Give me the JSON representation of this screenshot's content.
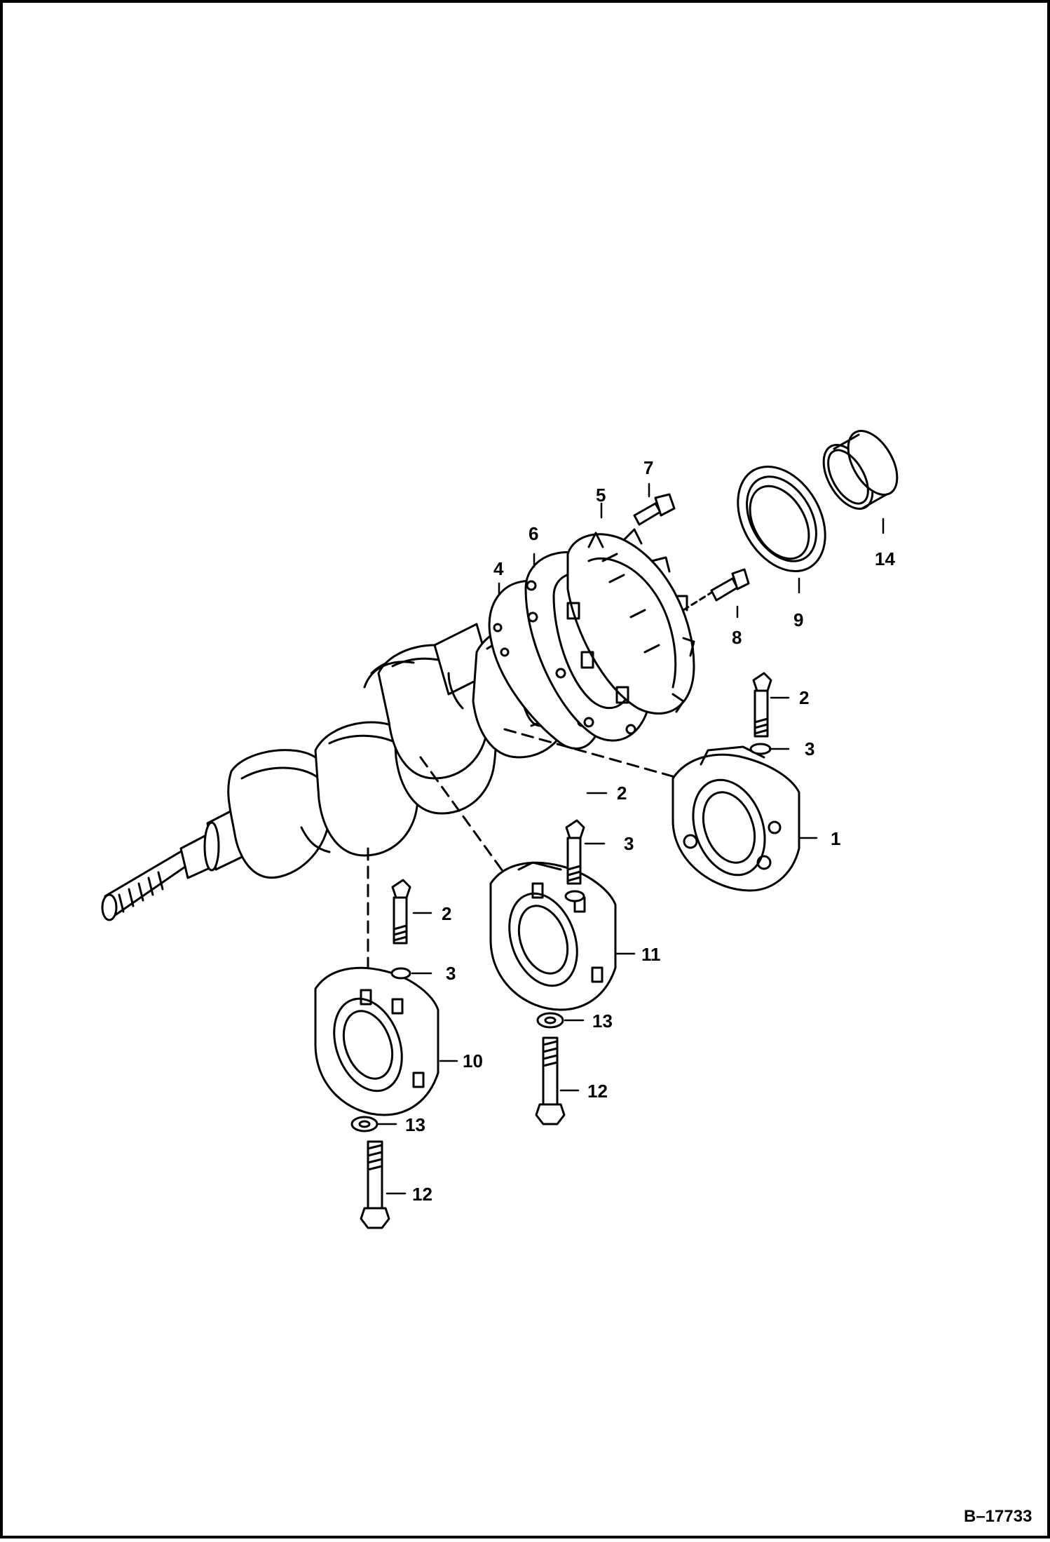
{
  "figure_id": "B–17733",
  "callouts": [
    {
      "key": "c1",
      "label": "1"
    },
    {
      "key": "c2a",
      "label": "2"
    },
    {
      "key": "c2b",
      "label": "2"
    },
    {
      "key": "c2c",
      "label": "2"
    },
    {
      "key": "c3a",
      "label": "3"
    },
    {
      "key": "c3b",
      "label": "3"
    },
    {
      "key": "c3c",
      "label": "3"
    },
    {
      "key": "c4",
      "label": "4"
    },
    {
      "key": "c5",
      "label": "5"
    },
    {
      "key": "c6",
      "label": "6"
    },
    {
      "key": "c7",
      "label": "7"
    },
    {
      "key": "c8",
      "label": "8"
    },
    {
      "key": "c9",
      "label": "9"
    },
    {
      "key": "c10",
      "label": "10"
    },
    {
      "key": "c11",
      "label": "11"
    },
    {
      "key": "c12a",
      "label": "12"
    },
    {
      "key": "c12b",
      "label": "12"
    },
    {
      "key": "c13a",
      "label": "13"
    },
    {
      "key": "c13b",
      "label": "13"
    },
    {
      "key": "c14",
      "label": "14"
    }
  ]
}
